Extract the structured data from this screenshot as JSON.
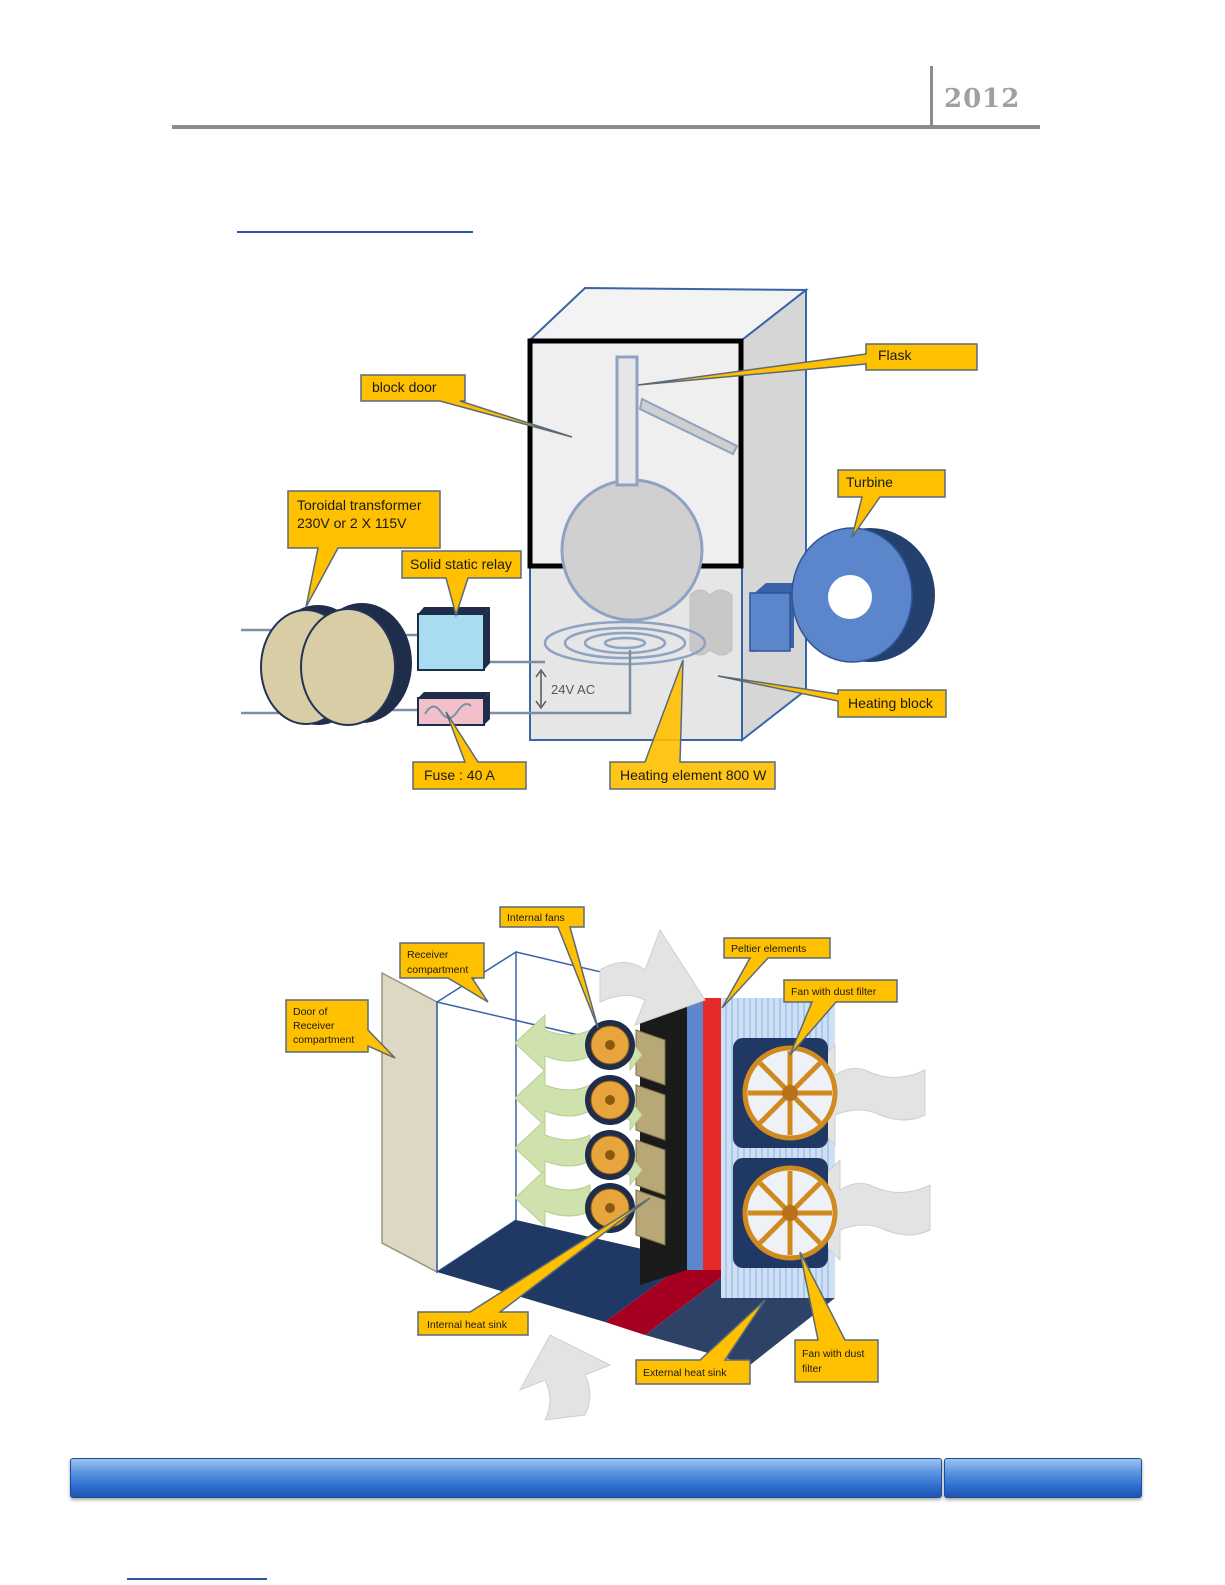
{
  "header": {
    "year": "2012"
  },
  "diagram1": {
    "labels": {
      "flask": "Flask",
      "block_door": "block door",
      "turbine": "Turbine",
      "transformer_line1": "Toroidal transformer",
      "transformer_line2": "230V or 2 X 115V",
      "relay": "Solid static relay",
      "voltage": "24V AC",
      "heating_block": "Heating block",
      "fuse": "Fuse : 40 A",
      "heating_element": "Heating element 800 W"
    }
  },
  "diagram2": {
    "labels": {
      "internal_fans": "Internal fans",
      "peltier": "Peltier elements",
      "receiver_line1": "Receiver",
      "receiver_line2": "compartment",
      "door_line1": "Door of",
      "door_line2": "Receiver",
      "door_line3": "compartment",
      "fan_filter_top": "Fan with dust filter",
      "internal_heat_sink": "Internal heat sink",
      "external_heat_sink": "External heat sink",
      "fan_filter_bottom_line1": "Fan with dust",
      "fan_filter_bottom_line2": "filter"
    }
  }
}
